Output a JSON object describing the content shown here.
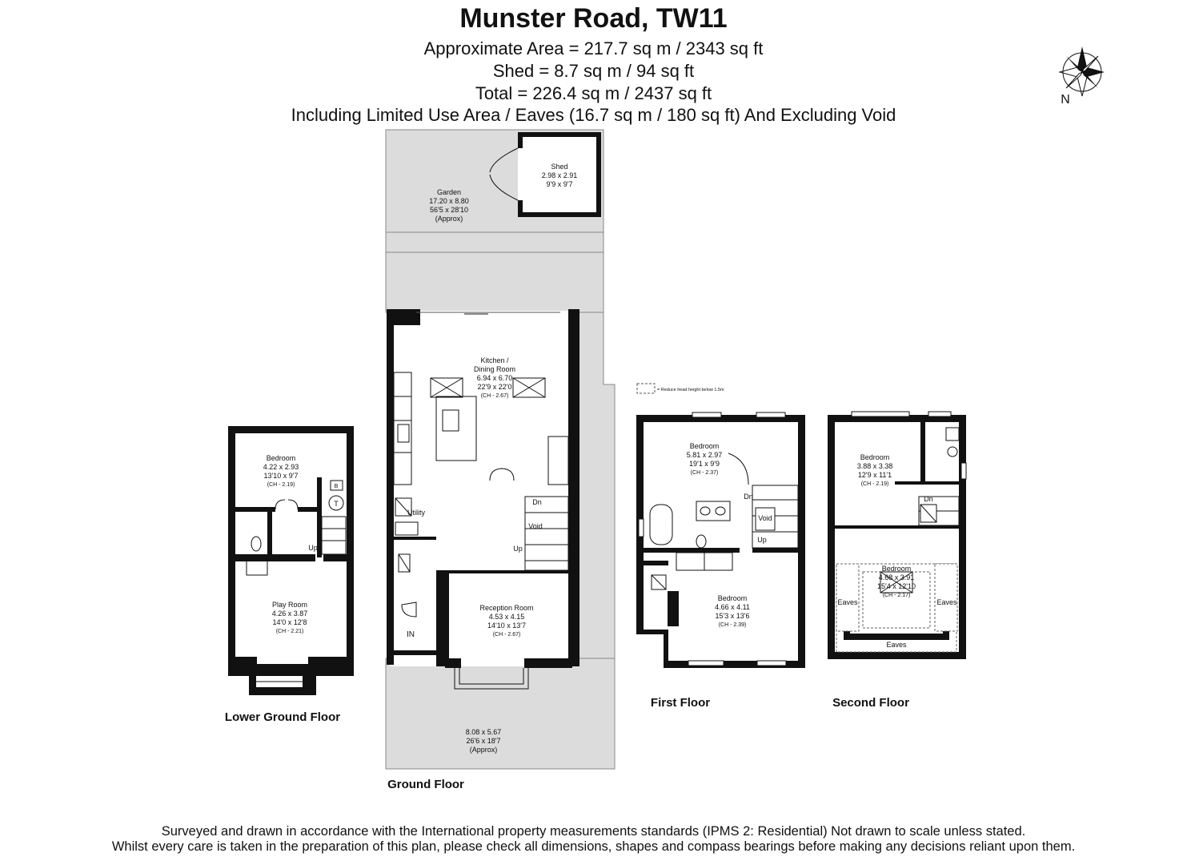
{
  "title": "Munster Road, TW11",
  "area_lines": [
    "Approximate Area = 217.7 sq m / 2343 sq ft",
    "Shed = 8.7 sq m / 94 sq ft",
    "Total = 226.4 sq m / 2437 sq ft",
    "Including Limited Use Area / Eaves (16.7 sq m / 180 sq ft) And Excluding Void"
  ],
  "compass": {
    "label": "N"
  },
  "legend": {
    "text": "= Reduce head height below 1.5m"
  },
  "floors": {
    "lower_ground": "Lower Ground Floor",
    "ground": "Ground Floor",
    "first": "First Floor",
    "second": "Second Floor"
  },
  "rooms": {
    "shed": {
      "name": "Shed",
      "metric": "2.98 x 2.91",
      "imperial": "9'9 x 9'7"
    },
    "garden": {
      "name": "Garden",
      "metric": "17.20 x 8.80",
      "imperial": "56'5 x 28'10",
      "note": "(Approx)"
    },
    "kitchen": {
      "name1": "Kitchen /",
      "name2": "Dining Room",
      "metric": "6.94 x 6.70",
      "imperial": "22'9 x 22'0",
      "ch": "(CH - 2.67)"
    },
    "utility": {
      "name": "Utility"
    },
    "reception": {
      "name": "Reception Room",
      "metric": "4.53 x 4.15",
      "imperial": "14'10 x 13'7",
      "ch": "(CH - 2.67)"
    },
    "front": {
      "metric": "8.08 x 5.67",
      "imperial": "26'6 x 18'7",
      "note": "(Approx)"
    },
    "lg_bedroom": {
      "name": "Bedroom",
      "metric": "4.22 x 2.93",
      "imperial": "13'10 x 9'7",
      "ch": "(CH - 2.19)"
    },
    "play_room": {
      "name": "Play Room",
      "metric": "4.26 x 3.87",
      "imperial": "14'0 x 12'8",
      "ch": "(CH - 2.21)"
    },
    "ff_bedroom1": {
      "name": "Bedroom",
      "metric": "5.81 x 2.97",
      "imperial": "19'1 x 9'9",
      "ch": "(CH - 2.37)"
    },
    "ff_bedroom2": {
      "name": "Bedroom",
      "metric": "4.66 x 4.11",
      "imperial": "15'3 x 13'6",
      "ch": "(CH - 2.39)"
    },
    "sf_bedroom1": {
      "name": "Bedroom",
      "metric": "3.88 x 3.38",
      "imperial": "12'9 x 11'1",
      "ch": "(CH - 2.19)"
    },
    "sf_bedroom2": {
      "name": "Bedroom",
      "metric": "4.68 x 3.91",
      "imperial": "15'4 x 12'10",
      "ch": "(CH - 2.17)"
    }
  },
  "markers": {
    "up": "Up",
    "dn": "Dn",
    "void": "Void",
    "in": "IN",
    "eaves": "Eaves",
    "boiler": "B",
    "tank": "T"
  },
  "footer": [
    "Surveyed and drawn in accordance with the International property measurements standards (IPMS 2: Residential) Not drawn to scale unless stated.",
    "Whilst every care is taken in the preparation of this plan, please check all dimensions, shapes and compass bearings before making any decisions reliant upon them."
  ]
}
